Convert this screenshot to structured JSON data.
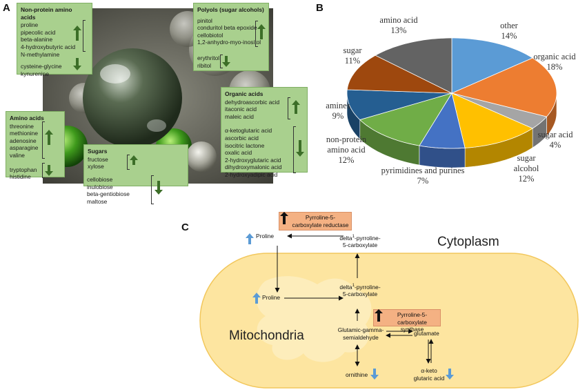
{
  "colors": {
    "box_green": "#a9d08e",
    "arrow_green": "#3c6e28",
    "enzyme_orange": "#f4b183",
    "mito": "#fde5a0",
    "arrow_blue": "#5b9bd5"
  },
  "panel_a": {
    "letter": "A",
    "non_protein": {
      "title": "Non-protein amino acids",
      "up": [
        "proline",
        "pipecolic acid",
        "beta-alanine",
        "4-hydroxybutyric acid",
        "N-methylamine"
      ],
      "down": [
        "cysteine-glycine",
        "kynurenine"
      ]
    },
    "polyols": {
      "title": "Polyols (sugar alcohols)",
      "up": [
        "pinitol",
        "conduritol beta epoxide",
        "cellobiotol",
        "1,2-anhydro-myo-inositol"
      ],
      "down": [
        "erythritol",
        "ribitol"
      ]
    },
    "organic": {
      "title": "Organic acids",
      "up": [
        "dehydroascorbic acid",
        "itaconic acid",
        "maleic acid"
      ],
      "down": [
        "α-ketoglutaric acid",
        "ascorbic acid",
        "isocitric lactone",
        "oxalic acid",
        "2-hydroxyglutaric acid",
        "dihydroxymalonic acid",
        "2-hydroxyadipic acid"
      ]
    },
    "amino": {
      "title": "Amino acids",
      "up": [
        "threonine",
        "methionine",
        "adenosine",
        "asparagine",
        "valine"
      ],
      "down": [
        "tryptophan",
        "histidine"
      ]
    },
    "sugars": {
      "title": "Sugars",
      "up": [
        "fructose",
        "xylose"
      ],
      "down": [
        "cellobiose",
        "inulobiose",
        "beta-gentiobiose",
        "maltose"
      ]
    }
  },
  "panel_b": {
    "letter": "B"
  },
  "chart_data": {
    "type": "pie",
    "slices": [
      {
        "label": "other",
        "value": 14,
        "color": "#5b9bd5"
      },
      {
        "label": "organic acid",
        "value": 18,
        "color": "#ed7d31"
      },
      {
        "label": "sugar acid",
        "value": 4,
        "color": "#a5a5a5"
      },
      {
        "label": "sugar alcohol",
        "value": 12,
        "color": "#ffc000"
      },
      {
        "label": "pyrimidines and purines",
        "value": 7,
        "color": "#4472c4"
      },
      {
        "label": "non-protein amino acid",
        "value": 12,
        "color": "#70ad47"
      },
      {
        "label": "amines",
        "value": 9,
        "color": "#255e91"
      },
      {
        "label": "sugar",
        "value": 11,
        "color": "#9e480e"
      },
      {
        "label": "amino acid",
        "value": 13,
        "color": "#636363"
      }
    ],
    "labels_text": {
      "other": "other\n14%",
      "organic": "organic  acid\n18%",
      "sugar_acid": "sugar  acid\n4%",
      "sugar_alcohol": "sugar\nalcohol\n12%",
      "pyr": "pyrimidines  and  purines\n7%",
      "npaa": "non-protein\namino  acid\n12%",
      "amines": "amines\n9%",
      "sugar": "sugar\n11%",
      "amino": "amino  acid\n13%"
    }
  },
  "panel_c": {
    "letter": "C",
    "cytoplasm": "Cytoplasm",
    "mitochondria": "Mitochondria",
    "enzyme1": "Pyrroline-5-\ncarboxylate reductase",
    "enzyme2": "Pyrroline-5-\ncarboxylate synthase",
    "proline_cyto": "Proline",
    "proline_mito": "Proline",
    "p5c_cyto_a": "delta",
    "p5c_sup": "1",
    "p5c_cyto_b": "-pyrroline-",
    "p5c_cyto_c": "5-carboxylate",
    "p5c_mito_a": "delta",
    "p5c_mito_b": "-pyrroline-",
    "p5c_mito_c": "5-carboxylate",
    "gsa_a": "Glutamic-gamma-",
    "gsa_b": "semialdehyde",
    "glutamate": "glutamate",
    "ornithine": "ornithine",
    "akg_a": "α-keto",
    "akg_b": "glutaric acid"
  }
}
